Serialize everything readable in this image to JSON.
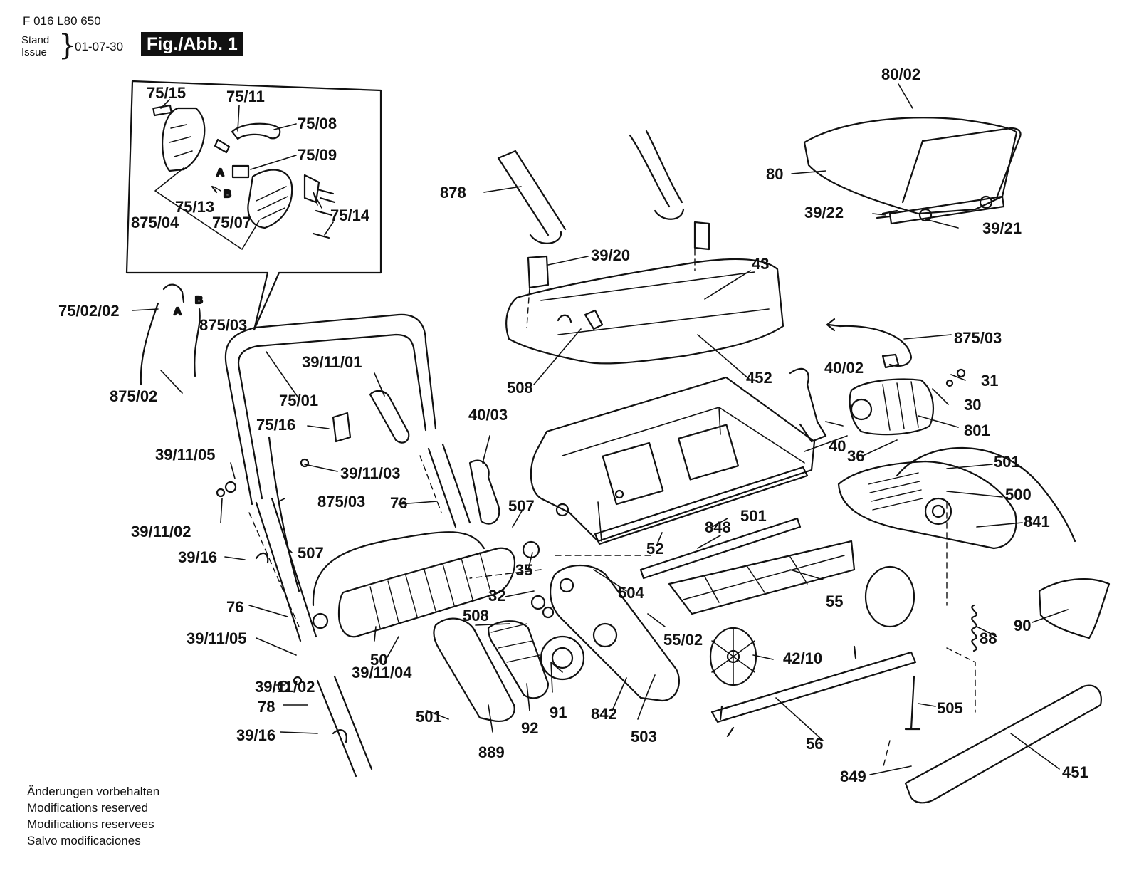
{
  "header": {
    "doc_code": "F 016 L80 650",
    "stand_label": "Stand",
    "issue_label": "Issue",
    "date": "01-07-30",
    "fig_label": "Fig./Abb. 1"
  },
  "notes": [
    "Änderungen vorbehalten",
    "Modifications reserved",
    "Modifications reservees",
    "Salvo modificaciones"
  ],
  "inset_letters": [
    "A",
    "B"
  ],
  "cable_letters": [
    "A",
    "B"
  ],
  "part_labels": [
    "75/15",
    "75/11",
    "75/08",
    "75/09",
    "75/13",
    "875/04",
    "75/07",
    "75/14",
    "80/02",
    "80",
    "39/22",
    "39/21",
    "878",
    "39/20",
    "43",
    "508",
    "452",
    "875/03",
    "31",
    "30",
    "801",
    "40/02",
    "40",
    "36",
    "75/02/02",
    "875/03",
    "875/02",
    "75/01",
    "39/11/01",
    "75/16",
    "39/11/05",
    "39/11/03",
    "39/11/02",
    "875/03",
    "76",
    "40/03",
    "507",
    "35",
    "32",
    "508",
    "50",
    "39/11/04",
    "501",
    "889",
    "92",
    "91",
    "842",
    "503",
    "504",
    "55/02",
    "501",
    "848",
    "52",
    "55",
    "42/10",
    "56",
    "501",
    "500",
    "841",
    "90",
    "88",
    "505",
    "849",
    "451",
    "39/16",
    "507",
    "76",
    "39/11/05",
    "39/11/02",
    "78",
    "39/16"
  ]
}
